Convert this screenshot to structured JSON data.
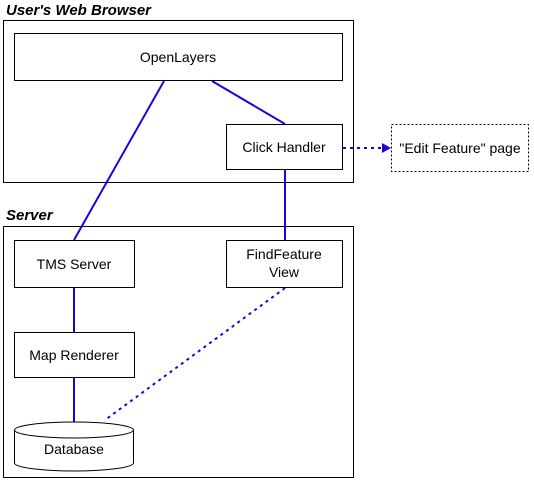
{
  "groups": {
    "browser": {
      "label": "User's Web Browser"
    },
    "server": {
      "label": "Server"
    }
  },
  "nodes": {
    "openlayers": {
      "label": "OpenLayers"
    },
    "click_handler": {
      "label": "Click Handler"
    },
    "edit_feature_page": {
      "label": "\"Edit Feature\" page"
    },
    "tms_server": {
      "label": "TMS Server"
    },
    "findfeature_view": {
      "line1": "FindFeature",
      "line2": "View"
    },
    "map_renderer": {
      "label": "Map Renderer"
    },
    "database": {
      "label": "Database"
    }
  },
  "connections": [
    {
      "from": "OpenLayers",
      "to": "TMS Server",
      "style": "solid"
    },
    {
      "from": "OpenLayers",
      "to": "Click Handler",
      "style": "solid"
    },
    {
      "from": "Click Handler",
      "to": "FindFeature View",
      "style": "solid"
    },
    {
      "from": "Click Handler",
      "to": "\"Edit Feature\" page",
      "style": "dotted-arrow"
    },
    {
      "from": "TMS Server",
      "to": "Map Renderer",
      "style": "solid"
    },
    {
      "from": "Map Renderer",
      "to": "Database",
      "style": "solid"
    },
    {
      "from": "FindFeature View",
      "to": "Database",
      "style": "dotted"
    }
  ],
  "colors": {
    "connector": "#2200dd",
    "outline": "#000000",
    "background": "#ffffff"
  }
}
